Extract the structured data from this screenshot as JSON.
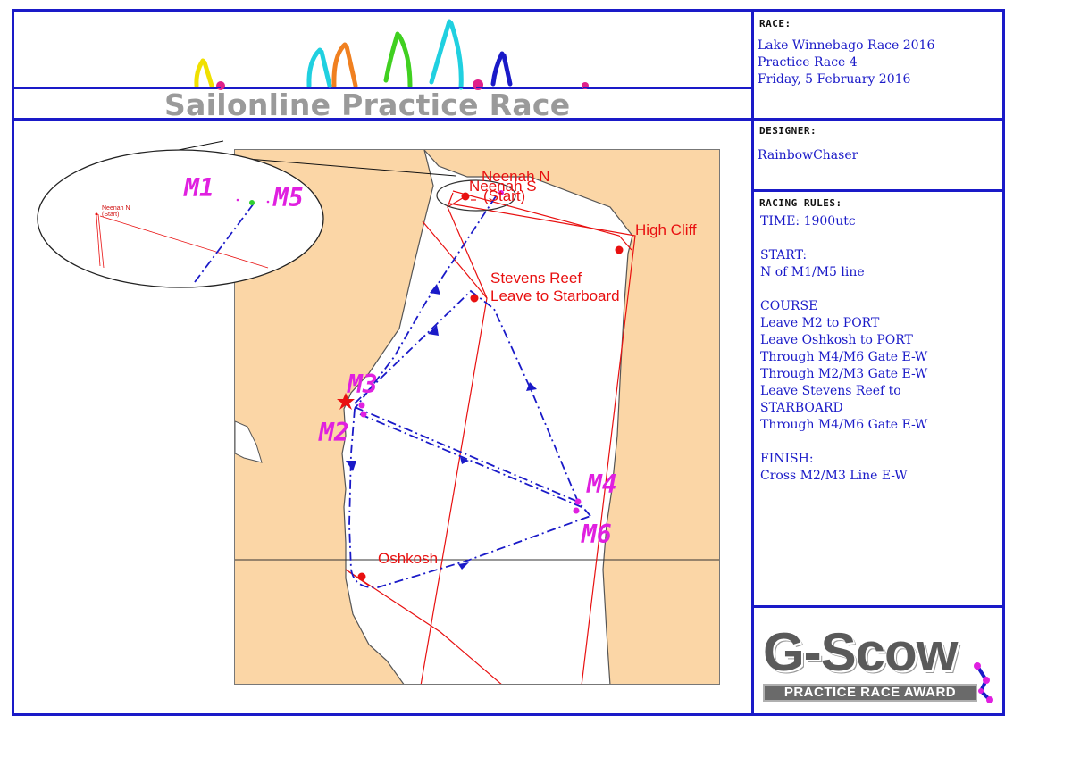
{
  "banner": {
    "title": "Sailonline Practice Race"
  },
  "race": {
    "label": "RACE:",
    "lines": [
      "Lake Winnebago Race 2016",
      "Practice Race 4",
      "Friday, 5 February 2016"
    ]
  },
  "designer": {
    "label": "DESIGNER:",
    "name": "RainbowChaser"
  },
  "rules": {
    "label": "RACING RULES:",
    "text": "TIME: 1900utc\n\nSTART:\nN of M1/M5 line\n\nCOURSE\nLeave M2 to PORT\nLeave Oshkosh to PORT\nThrough M4/M6 Gate E-W\nThrough M2/M3 Gate E-W\nLeave Stevens Reef to\nSTARBOARD\nThrough M4/M6 Gate E-W\n\nFINISH:\nCross M2/M3 Line E-W"
  },
  "map": {
    "labels": {
      "neenah_n": "Neenah N",
      "neenah_s": "Neenah S",
      "start": "(Start)",
      "high_cliff": "High Cliff",
      "stevens_reef": "Stevens Reef",
      "leave_starboard": "Leave to Starboard",
      "oshkosh": "Oshkosh",
      "m1": "M1",
      "m2": "M2",
      "m3": "M3",
      "m4": "M4",
      "m5": "M5",
      "m6": "M6"
    },
    "inset": {
      "neenah_n": "Neenah N",
      "start": "(Start)",
      "m1": "M1",
      "m5": "M5"
    },
    "colors": {
      "water": "#ffffff",
      "land": "#fbd6a6",
      "course": "#1a1ac8",
      "rhumb": "#e81010",
      "mark": "#e020e0"
    }
  },
  "logo": {
    "title": "G-Scow",
    "badge": "PRACTICE RACE AWARD"
  }
}
